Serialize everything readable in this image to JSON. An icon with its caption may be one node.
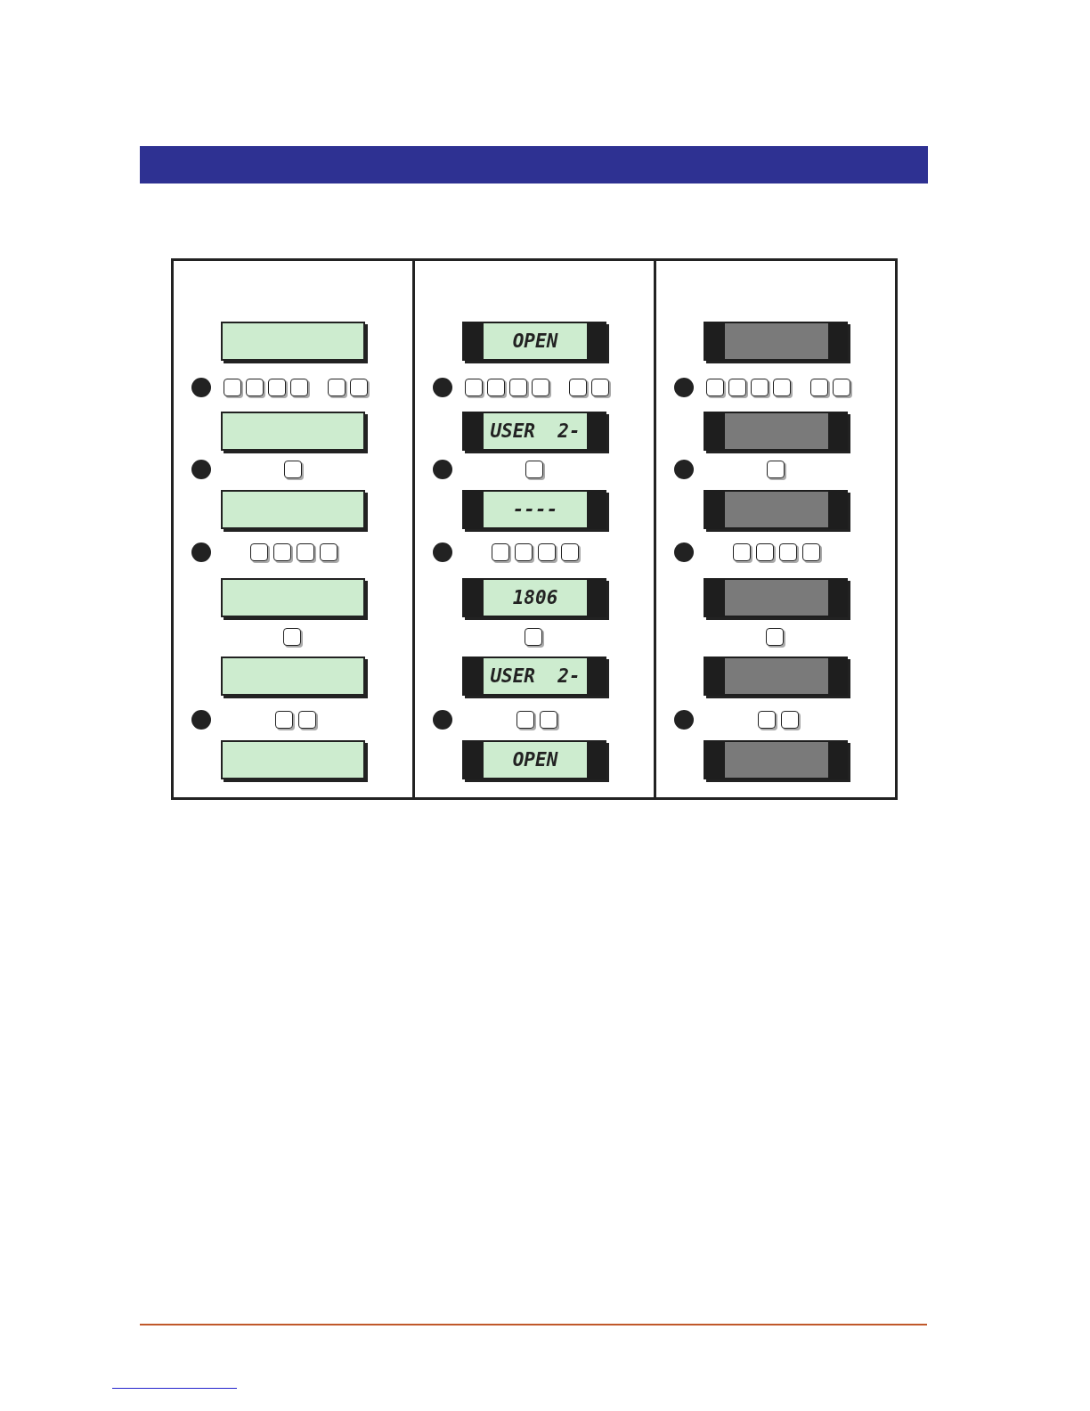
{
  "diagram": {
    "nodes": [
      {
        "text": [],
        "shape": "box"
      },
      {
        "text": [],
        "shape": "box",
        "in": 0
      },
      {
        "text": [],
        "shape": "box",
        "in": 0
      },
      {
        "text": [],
        "shape": "box",
        "in": 0
      },
      {
        "text": [],
        "shape": "box",
        "in": 0
      },
      {
        "text": [],
        "shape": "box",
        "in": 0
      },
      {
        "text": [],
        "shape": "box",
        "in": 0
      },
      {
        "text": [],
        "shape": "box"
      },
      {
        "text": [
          "OPEN"
        ],
        "in": 7
      },
      {
        "text": [
          "USER  2-"
        ],
        "in": 7
      },
      {
        "text": [
          "----"
        ],
        "in": 7
      },
      {
        "text": [
          "1806"
        ],
        "in": 7
      },
      {
        "text": [
          "USER  2-"
        ],
        "in": 7
      },
      {
        "text": [
          "OPEN"
        ],
        "in": 7
      },
      {
        "text": [],
        "shape": "box"
      },
      {
        "text": [],
        "shape": "box",
        "in": 14
      },
      {
        "text": [],
        "shape": "box",
        "in": 14
      },
      {
        "text": [],
        "shape": "box",
        "in": 14
      },
      {
        "text": [],
        "shape": "box",
        "in": 14
      },
      {
        "text": [],
        "shape": "box",
        "in": 14
      },
      {
        "text": [],
        "shape": "box",
        "in": 14
      }
    ]
  }
}
